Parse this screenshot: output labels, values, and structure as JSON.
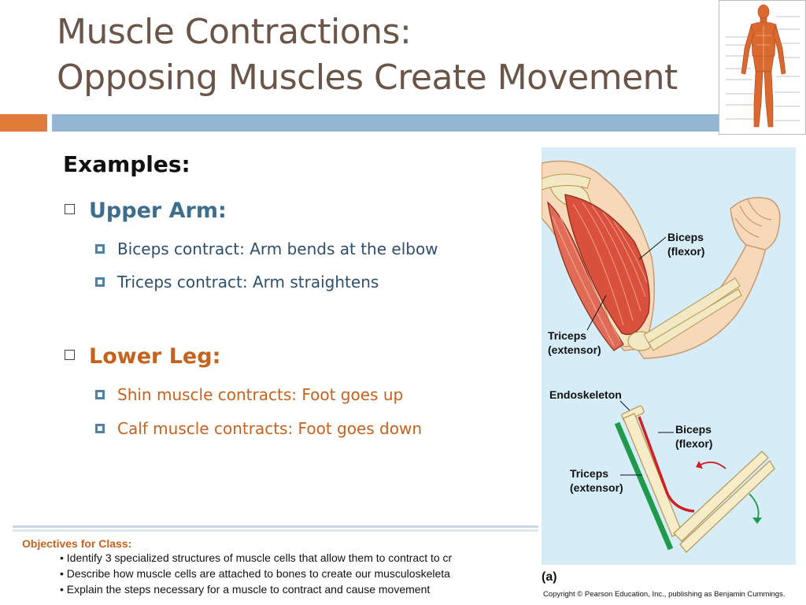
{
  "slide": {
    "title_line1": "Muscle Contractions:",
    "title_line2": "Opposing Muscles Create Movement",
    "examples_heading": "Examples:",
    "sections": [
      {
        "heading": "Upper Arm:",
        "items": [
          "Biceps contract: Arm bends at the elbow",
          "Triceps contract: Arm straightens"
        ]
      },
      {
        "heading": "Lower Leg:",
        "items": [
          "Shin muscle contracts: Foot goes up",
          "Calf muscle contracts: Foot goes down"
        ]
      }
    ]
  },
  "figure": {
    "biceps_label": "Biceps",
    "biceps_sub": "(flexor)",
    "triceps_label": "Triceps",
    "triceps_sub": "(extensor)",
    "endoskeleton_label": "Endoskeleton",
    "diagram_biceps_label": "Biceps",
    "diagram_biceps_sub": "(flexor)",
    "diagram_triceps_label": "Triceps",
    "diagram_triceps_sub": "(extensor)",
    "panel_label": "(a)",
    "copyright": "Copyright © Pearson Education, Inc., publishing as Benjamin Cummings."
  },
  "objectives": {
    "title": "Objectives for Class:",
    "items": [
      "• Identify 3 specialized structures of muscle cells that allow them to contract to cr",
      "• Describe how muscle cells are attached to bones to create our musculoskeleta",
      "• Explain the steps necessary for a muscle to contract and cause movement"
    ]
  },
  "colors": {
    "title": "#6b5548",
    "accent_orange": "#e07b39",
    "accent_blue": "#94b6d2",
    "upper_arm": "#3f6d8e",
    "lower_leg": "#c5621c",
    "figure_bg": "#d6edf8"
  }
}
